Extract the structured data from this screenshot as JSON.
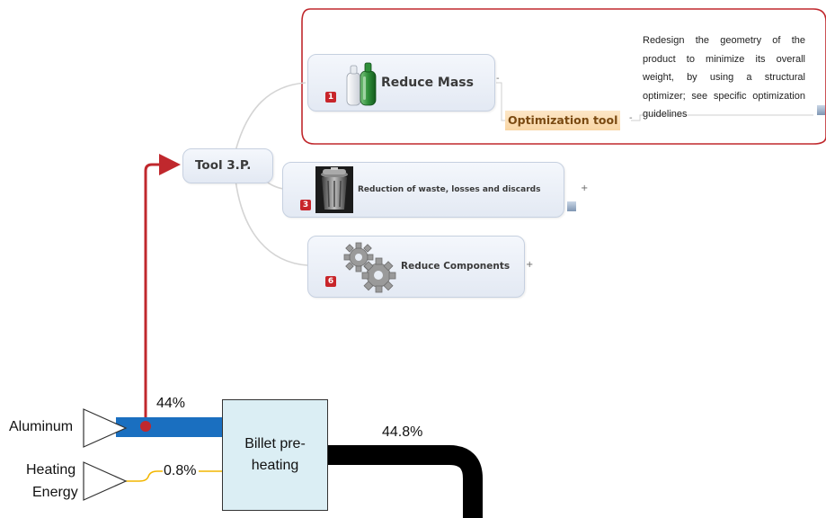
{
  "mindmap": {
    "central": {
      "label": "Tool 3.P."
    },
    "branches": [
      {
        "label": "Reduce Mass",
        "badge": "1",
        "icon": "bottles-icon"
      },
      {
        "label": "Reduction of waste, losses and discards",
        "badge": "3",
        "icon": "trash-bin-icon"
      },
      {
        "label": "Reduce Components",
        "badge": "6",
        "icon": "gears-icon"
      }
    ],
    "subtopic": {
      "label": "Optimization tool"
    },
    "note": {
      "text": "Redesign the geometry of the product to minimize its overall weight, by using a structural optimizer; see specific optimization guidelines"
    },
    "toggles": {
      "collapse": "-",
      "expand": "+"
    },
    "colors": {
      "highlight_border": "#c0282d",
      "connector": "#c0282d",
      "topic_fill": "#e8edf5",
      "subtopic_fill": "#fbdcb0"
    }
  },
  "flow": {
    "inputs": [
      {
        "label": "Aluminum",
        "pct": "44%"
      },
      {
        "label": "Heating Energy",
        "label_line1": "Heating",
        "label_line2": "Energy",
        "pct": "0.8%"
      }
    ],
    "process": {
      "label": "Billet pre-heating"
    },
    "output": {
      "pct": "44.8%"
    },
    "colors": {
      "aluminum_flow": "#1a6fc0",
      "energy_flow": "#f2b600",
      "output_flow": "#000000",
      "process_fill": "#dbeef4"
    }
  }
}
